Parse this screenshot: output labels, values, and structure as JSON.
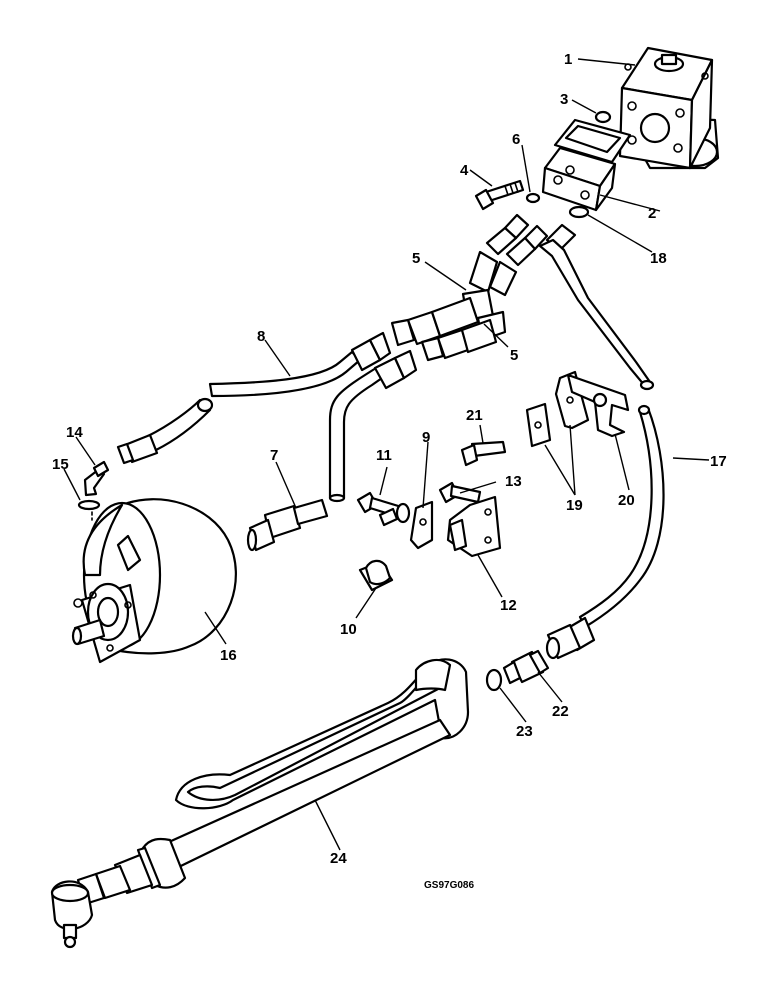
{
  "figure_code": "GS97G086",
  "callouts": [
    "1",
    "2",
    "3",
    "4",
    "5",
    "5",
    "6",
    "7",
    "8",
    "9",
    "10",
    "11",
    "12",
    "13",
    "14",
    "15",
    "16",
    "17",
    "18",
    "19",
    "20",
    "21",
    "22",
    "23",
    "24"
  ]
}
